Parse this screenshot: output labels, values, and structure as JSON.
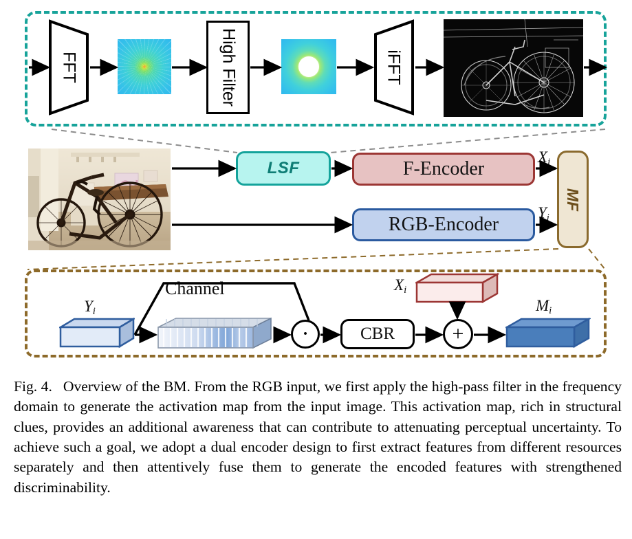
{
  "figure": {
    "number": "Fig. 4.",
    "caption": "Overview of the BM. From the RGB input, we first apply the high-pass filter in the frequency domain to generate the activation map from the input image. This activation map, rich in structural clues, provides an additional awareness that can contribute to attenuating perceptual uncertainty. To achieve such a goal, we adopt a dual encoder design to first extract features from different resources separately and then attentively fuse them to generate the encoded features with strengthened discriminability."
  },
  "colors": {
    "lsf_border": "#14a39b",
    "lsf_fill": "#b7f4ef",
    "lsf_text": "#0e7d75",
    "f_encoder_border": "#9c3634",
    "f_encoder_fill": "#e7c2c2",
    "rgb_encoder_border": "#2a5a9f",
    "rgb_encoder_fill": "#c1d2ee",
    "mf_border": "#8a6a2d",
    "mf_fill": "#efe6d3",
    "mf_text": "#6d4f1c",
    "top_dash_border": "#17a39a",
    "bottom_dash_border": "#8d6a2a",
    "mi_fill": "#4a7ebb",
    "xi_fill": "#fae8e6",
    "yi_fill": "#dfe9f7"
  },
  "lsf_branch": {
    "title": "LSF detail pipeline",
    "fft_block": {
      "label": "FFT",
      "shape": "trapezoid"
    },
    "spectrum_raw": {
      "name": "fft-spectrum",
      "description": "frequency magnitude spectrum with hot center"
    },
    "filter_block": {
      "label": "High Filter",
      "shape": "rectangle"
    },
    "spectrum_filtered": {
      "name": "filtered-spectrum",
      "description": "spectrum with high-pass circular hole at center"
    },
    "ifft_block": {
      "label": "iFFT",
      "shape": "trapezoid"
    },
    "activation_map": {
      "name": "activation-map",
      "description": "edge/structure activation map of bicycle scene"
    }
  },
  "main_flow": {
    "input_image": {
      "name": "rgb-input-image",
      "description": "photo of antique bicycle in a gallery"
    },
    "lsf": {
      "label": "LSF"
    },
    "f_encoder": {
      "label": "F-Encoder"
    },
    "rgb_encoder": {
      "label": "RGB-Encoder"
    },
    "mf": {
      "label": "MF"
    },
    "signal_x": {
      "label": "X",
      "sub": "i"
    },
    "signal_y": {
      "label": "Y",
      "sub": "i"
    }
  },
  "mf_detail": {
    "title": "MF detail pipeline",
    "input_tensor": {
      "label": "Y",
      "sub": "i"
    },
    "channel_label": "Channel",
    "channel_tensor": {
      "name": "channel-attention-tensor",
      "description": "striped multi-channel feature slab"
    },
    "multiply_op": {
      "label": "·",
      "name": "element-wise-multiply"
    },
    "cbr": {
      "label": "CBR"
    },
    "residual_tensor": {
      "label": "X",
      "sub": "i"
    },
    "add_op": {
      "label": "+",
      "name": "element-wise-add"
    },
    "output_tensor": {
      "label": "M",
      "sub": "i"
    }
  }
}
